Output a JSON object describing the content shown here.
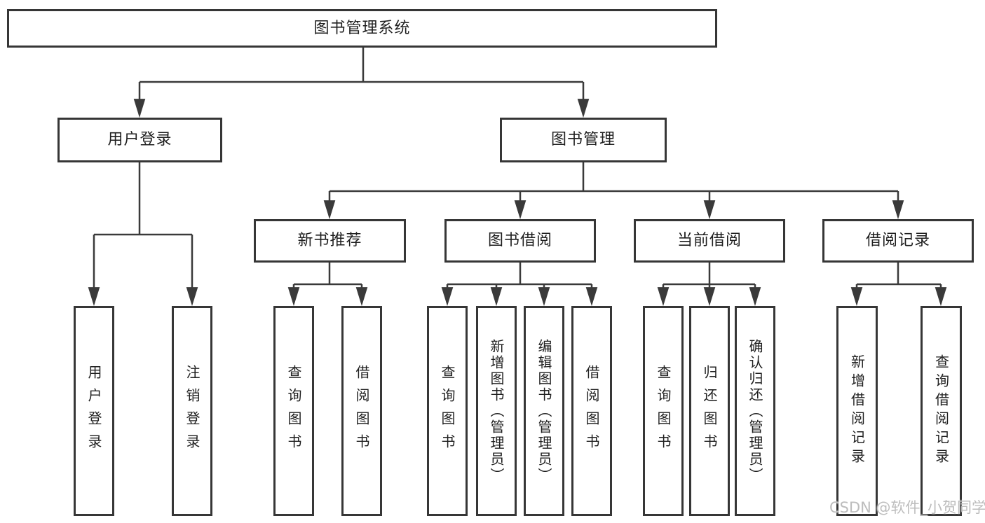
{
  "diagram": {
    "root": {
      "label": "图书管理系统"
    },
    "user_login": {
      "label": "用户登录",
      "children": [
        {
          "label": "用户登录"
        },
        {
          "label": "注销登录"
        }
      ]
    },
    "book_management": {
      "label": "图书管理",
      "sections": [
        {
          "label": "新书推荐",
          "children": [
            {
              "label": "查询图书"
            },
            {
              "label": "借阅图书"
            }
          ]
        },
        {
          "label": "图书借阅",
          "children": [
            {
              "label": "查询图书"
            },
            {
              "label": "新增图书（管理员）"
            },
            {
              "label": "编辑图书（管理员）"
            },
            {
              "label": "借阅图书"
            }
          ]
        },
        {
          "label": "当前借阅",
          "children": [
            {
              "label": "查询图书"
            },
            {
              "label": "归还图书"
            },
            {
              "label": "确认归还（管理员）"
            }
          ]
        },
        {
          "label": "借阅记录",
          "children": [
            {
              "label": "新增借阅记录"
            },
            {
              "label": "查询借阅记录"
            }
          ]
        }
      ]
    }
  },
  "colors": {
    "line": "#3a3a3a",
    "border": "#363636",
    "text": "#1f1f1f",
    "watermark": "#bdbdbd",
    "background": "#ffffff"
  },
  "watermark": {
    "text": "CSDN @软件_小贺同学"
  }
}
